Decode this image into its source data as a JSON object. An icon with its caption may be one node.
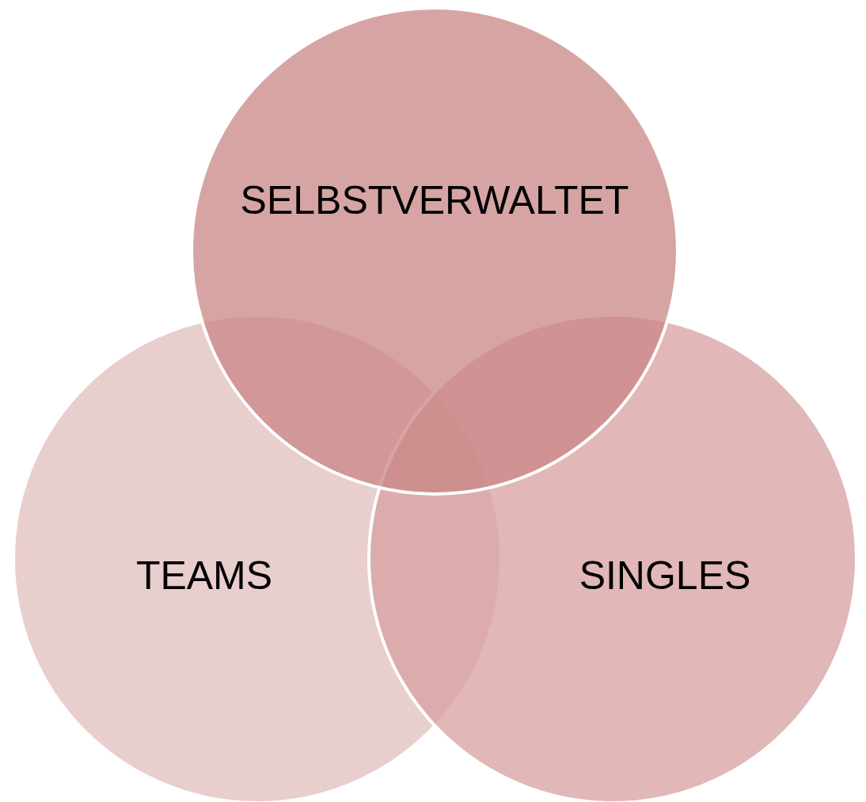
{
  "diagram": {
    "nodes": [
      {
        "text": [
          "SELBSTVERWALTET"
        ]
      },
      {
        "text": [
          "TEAMS"
        ]
      },
      {
        "text": [
          "SINGLES"
        ]
      }
    ]
  }
}
